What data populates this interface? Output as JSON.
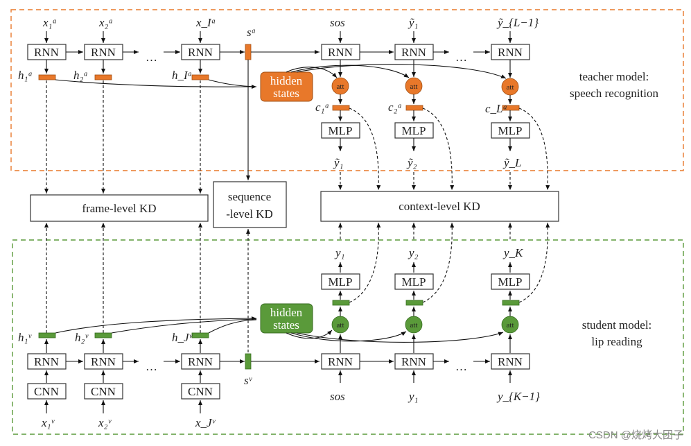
{
  "colors": {
    "teacher": "#e8782a",
    "student": "#5a9a3a",
    "ink": "#111"
  },
  "rnn_label": "RNN",
  "cnn_label": "CNN",
  "mlp_label": "MLP",
  "att_label": "att",
  "ellipsis": "…",
  "hidden_states": [
    "hidden",
    "states"
  ],
  "teacher": {
    "title_lines": [
      "teacher model:",
      "speech recognition"
    ],
    "inputs": [
      "x₁ᵃ",
      "x₂ᵃ",
      "x_Iᵃ"
    ],
    "hiddens": [
      "h₁ᵃ",
      "h₂ᵃ",
      "h_Iᵃ"
    ],
    "state": "sᵃ",
    "dec_inputs": [
      "sos",
      "ỹ₁",
      "ỹ_{L−1}"
    ],
    "contexts": [
      "c₁ᵃ",
      "c₂ᵃ",
      "c_Lᵃ"
    ],
    "outputs": [
      "ỹ₁",
      "ỹ₂",
      "ỹ_L"
    ]
  },
  "student": {
    "title_lines": [
      "student model:",
      "lip reading"
    ],
    "inputs": [
      "x₁ᵛ",
      "x₂ᵛ",
      "x_Jᵛ"
    ],
    "hiddens": [
      "h₁ᵛ",
      "h₂ᵛ",
      "h_Jᵛ"
    ],
    "state": "sᵛ",
    "dec_inputs": [
      "sos",
      "y₁",
      "y_{K−1}"
    ],
    "outputs": [
      "y₁",
      "y₂",
      "y_K"
    ]
  },
  "kd": {
    "frame": "frame-level KD",
    "sequence_lines": [
      "sequence",
      "-level KD"
    ],
    "context": "context-level KD"
  },
  "watermark": "CSDN @烧烤大团子"
}
